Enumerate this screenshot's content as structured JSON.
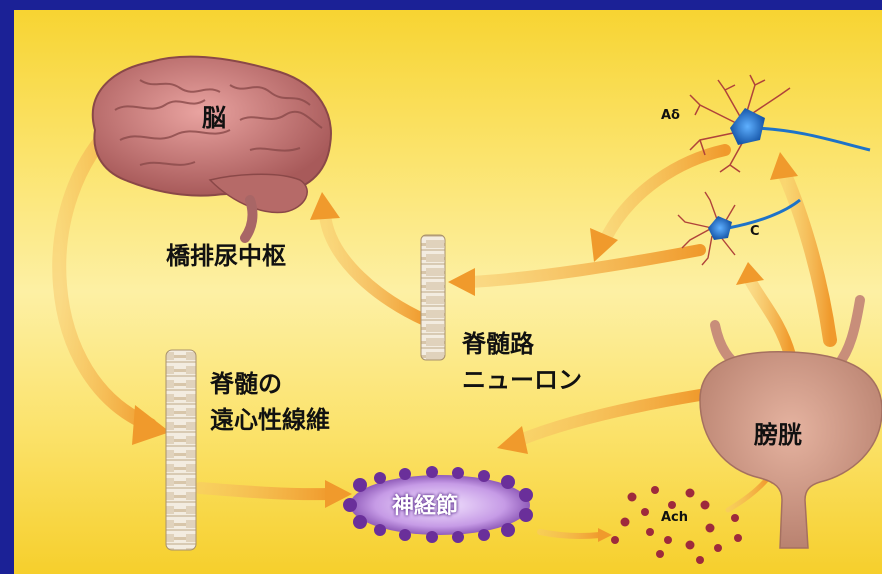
{
  "labels": {
    "brain": "脳",
    "pontine_center": "橋排尿中枢",
    "spinal_pathway_line1": "脊髄路",
    "spinal_pathway_line2": "ニューロン",
    "efferent_line1": "脊髄の",
    "efferent_line2": "遠心性線維",
    "ganglion": "神経節",
    "bladder": "膀胱",
    "a_delta": "Aδ",
    "c_fiber": "C",
    "ach": "Ach"
  },
  "colors": {
    "background_frame": "#1b2196",
    "arrow": "#f4a53a",
    "neuron": "#1e73c8",
    "brain": "#c47a78",
    "bladder": "#d49a86",
    "ganglion": "#7a3fb0",
    "ach_particle": "#9e2a3c"
  }
}
